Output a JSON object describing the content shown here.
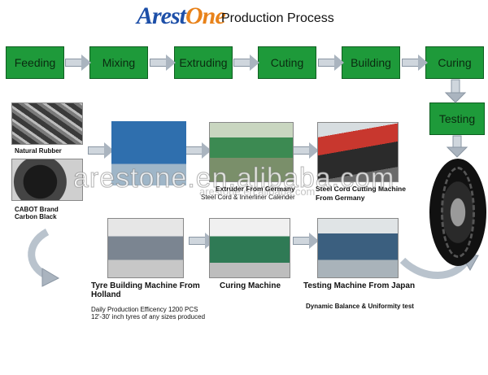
{
  "header": {
    "logo_part1": "Arest",
    "logo_part2": "One",
    "title": "Production Process"
  },
  "steps": [
    {
      "label": "Feeding"
    },
    {
      "label": "Mixing"
    },
    {
      "label": "Extruding"
    },
    {
      "label": "Cuting"
    },
    {
      "label": "Building"
    },
    {
      "label": "Curing"
    },
    {
      "label": "Testing"
    }
  ],
  "captions": {
    "natural_rubber": "Natural Rubber",
    "cabot_line1": "CABOT Brand",
    "cabot_line2": "Carbon Black",
    "extruder_line1": "Extruder From Germany",
    "extruder_line2": "Steel Cord & Innerliner Calender",
    "cutting_line1": "Steel Cord Cutting Machine",
    "cutting_line2": "From Germany",
    "building_line1": "Tyre Building Machine From",
    "building_line2": "Holland",
    "curing": "Curing Machine",
    "testing": "Testing Machine From Japan",
    "daily_line1": "Daily Production Efficency 1200 PCS",
    "daily_line2": "12'-30' inch tyres of any sizes produced",
    "dynamic": "Dynamic Balance & Uniformity test"
  },
  "watermark": {
    "main": "arestone.en.alibaba.com",
    "small": "arestone.en.alibaba.com"
  },
  "colors": {
    "step_fill": "#1e9a3a",
    "logo_blue": "#1d4fa8",
    "logo_orange": "#e8821a"
  }
}
